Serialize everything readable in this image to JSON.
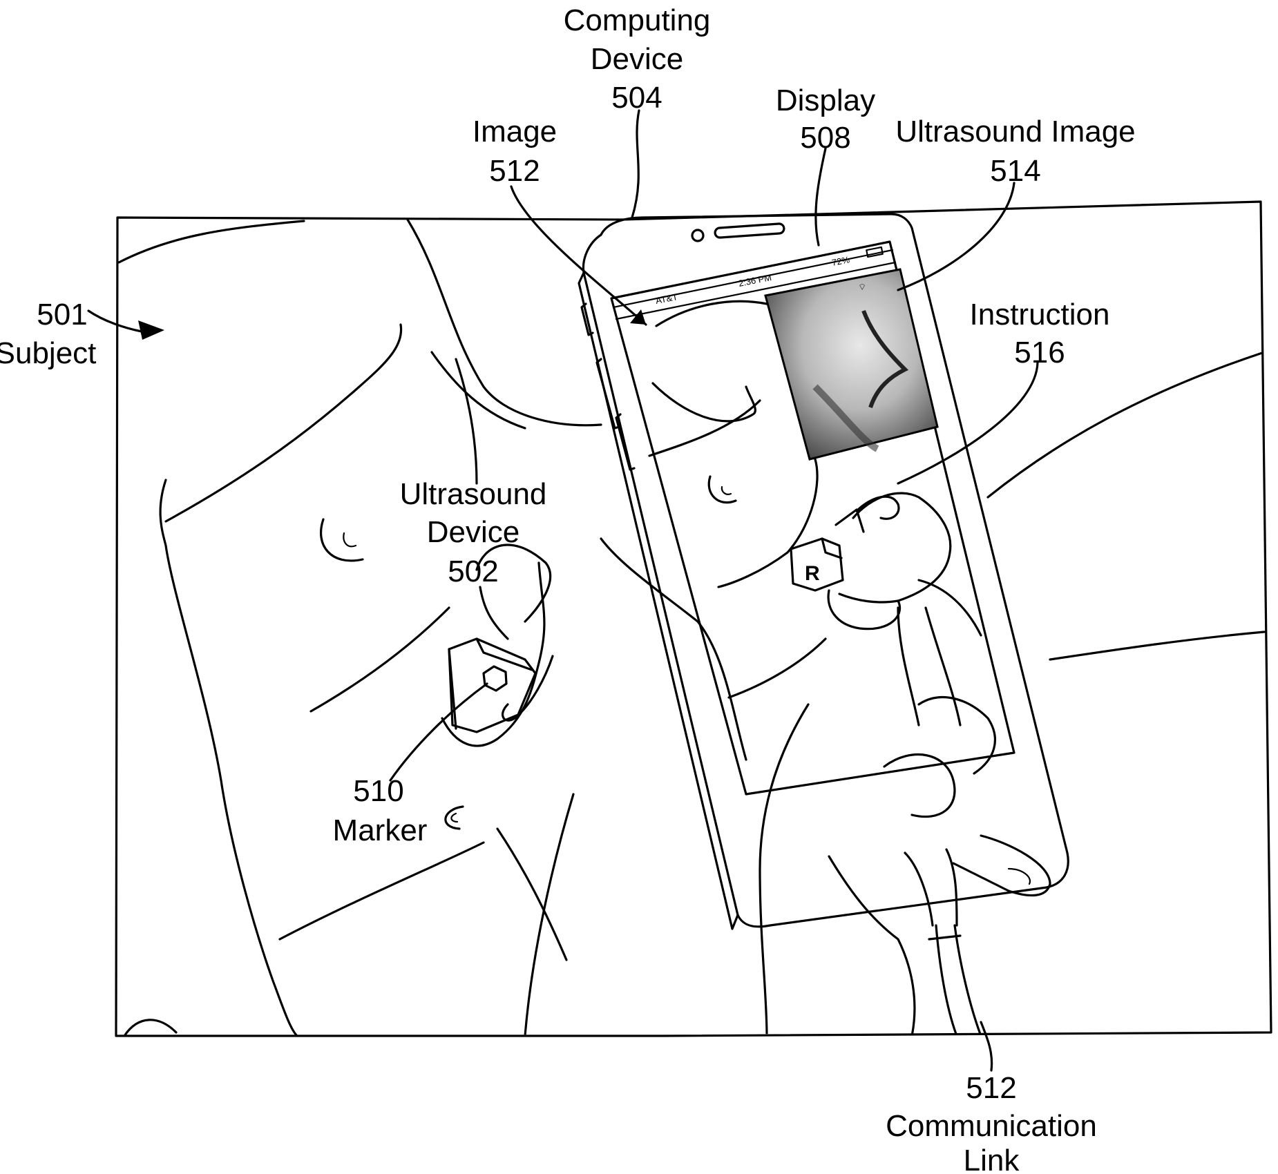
{
  "labels": {
    "computing_device": {
      "line1": "Computing",
      "line2": "Device",
      "num": "504"
    },
    "display": {
      "line1": "Display",
      "num": "508"
    },
    "image": {
      "line1": "Image",
      "num": "512"
    },
    "ultrasound_image": {
      "line1": "Ultrasound Image",
      "num": "514"
    },
    "subject": {
      "num": "501",
      "line1": "Subject"
    },
    "instruction": {
      "line1": "Instruction",
      "num": "516"
    },
    "ultrasound_device": {
      "line1": "Ultrasound",
      "line2": "Device",
      "num": "502"
    },
    "marker": {
      "num": "510",
      "line1": "Marker"
    },
    "communication_link": {
      "num": "512",
      "line1": "Communication",
      "line2": "Link"
    }
  },
  "phone_screen": {
    "carrier": "AT&T",
    "time": "2:36 PM",
    "battery": "72%",
    "probe_letter": "R"
  },
  "colors": {
    "ink": "#000000",
    "paper": "#ffffff",
    "ultrasound_dark": "#1a1a1a"
  }
}
